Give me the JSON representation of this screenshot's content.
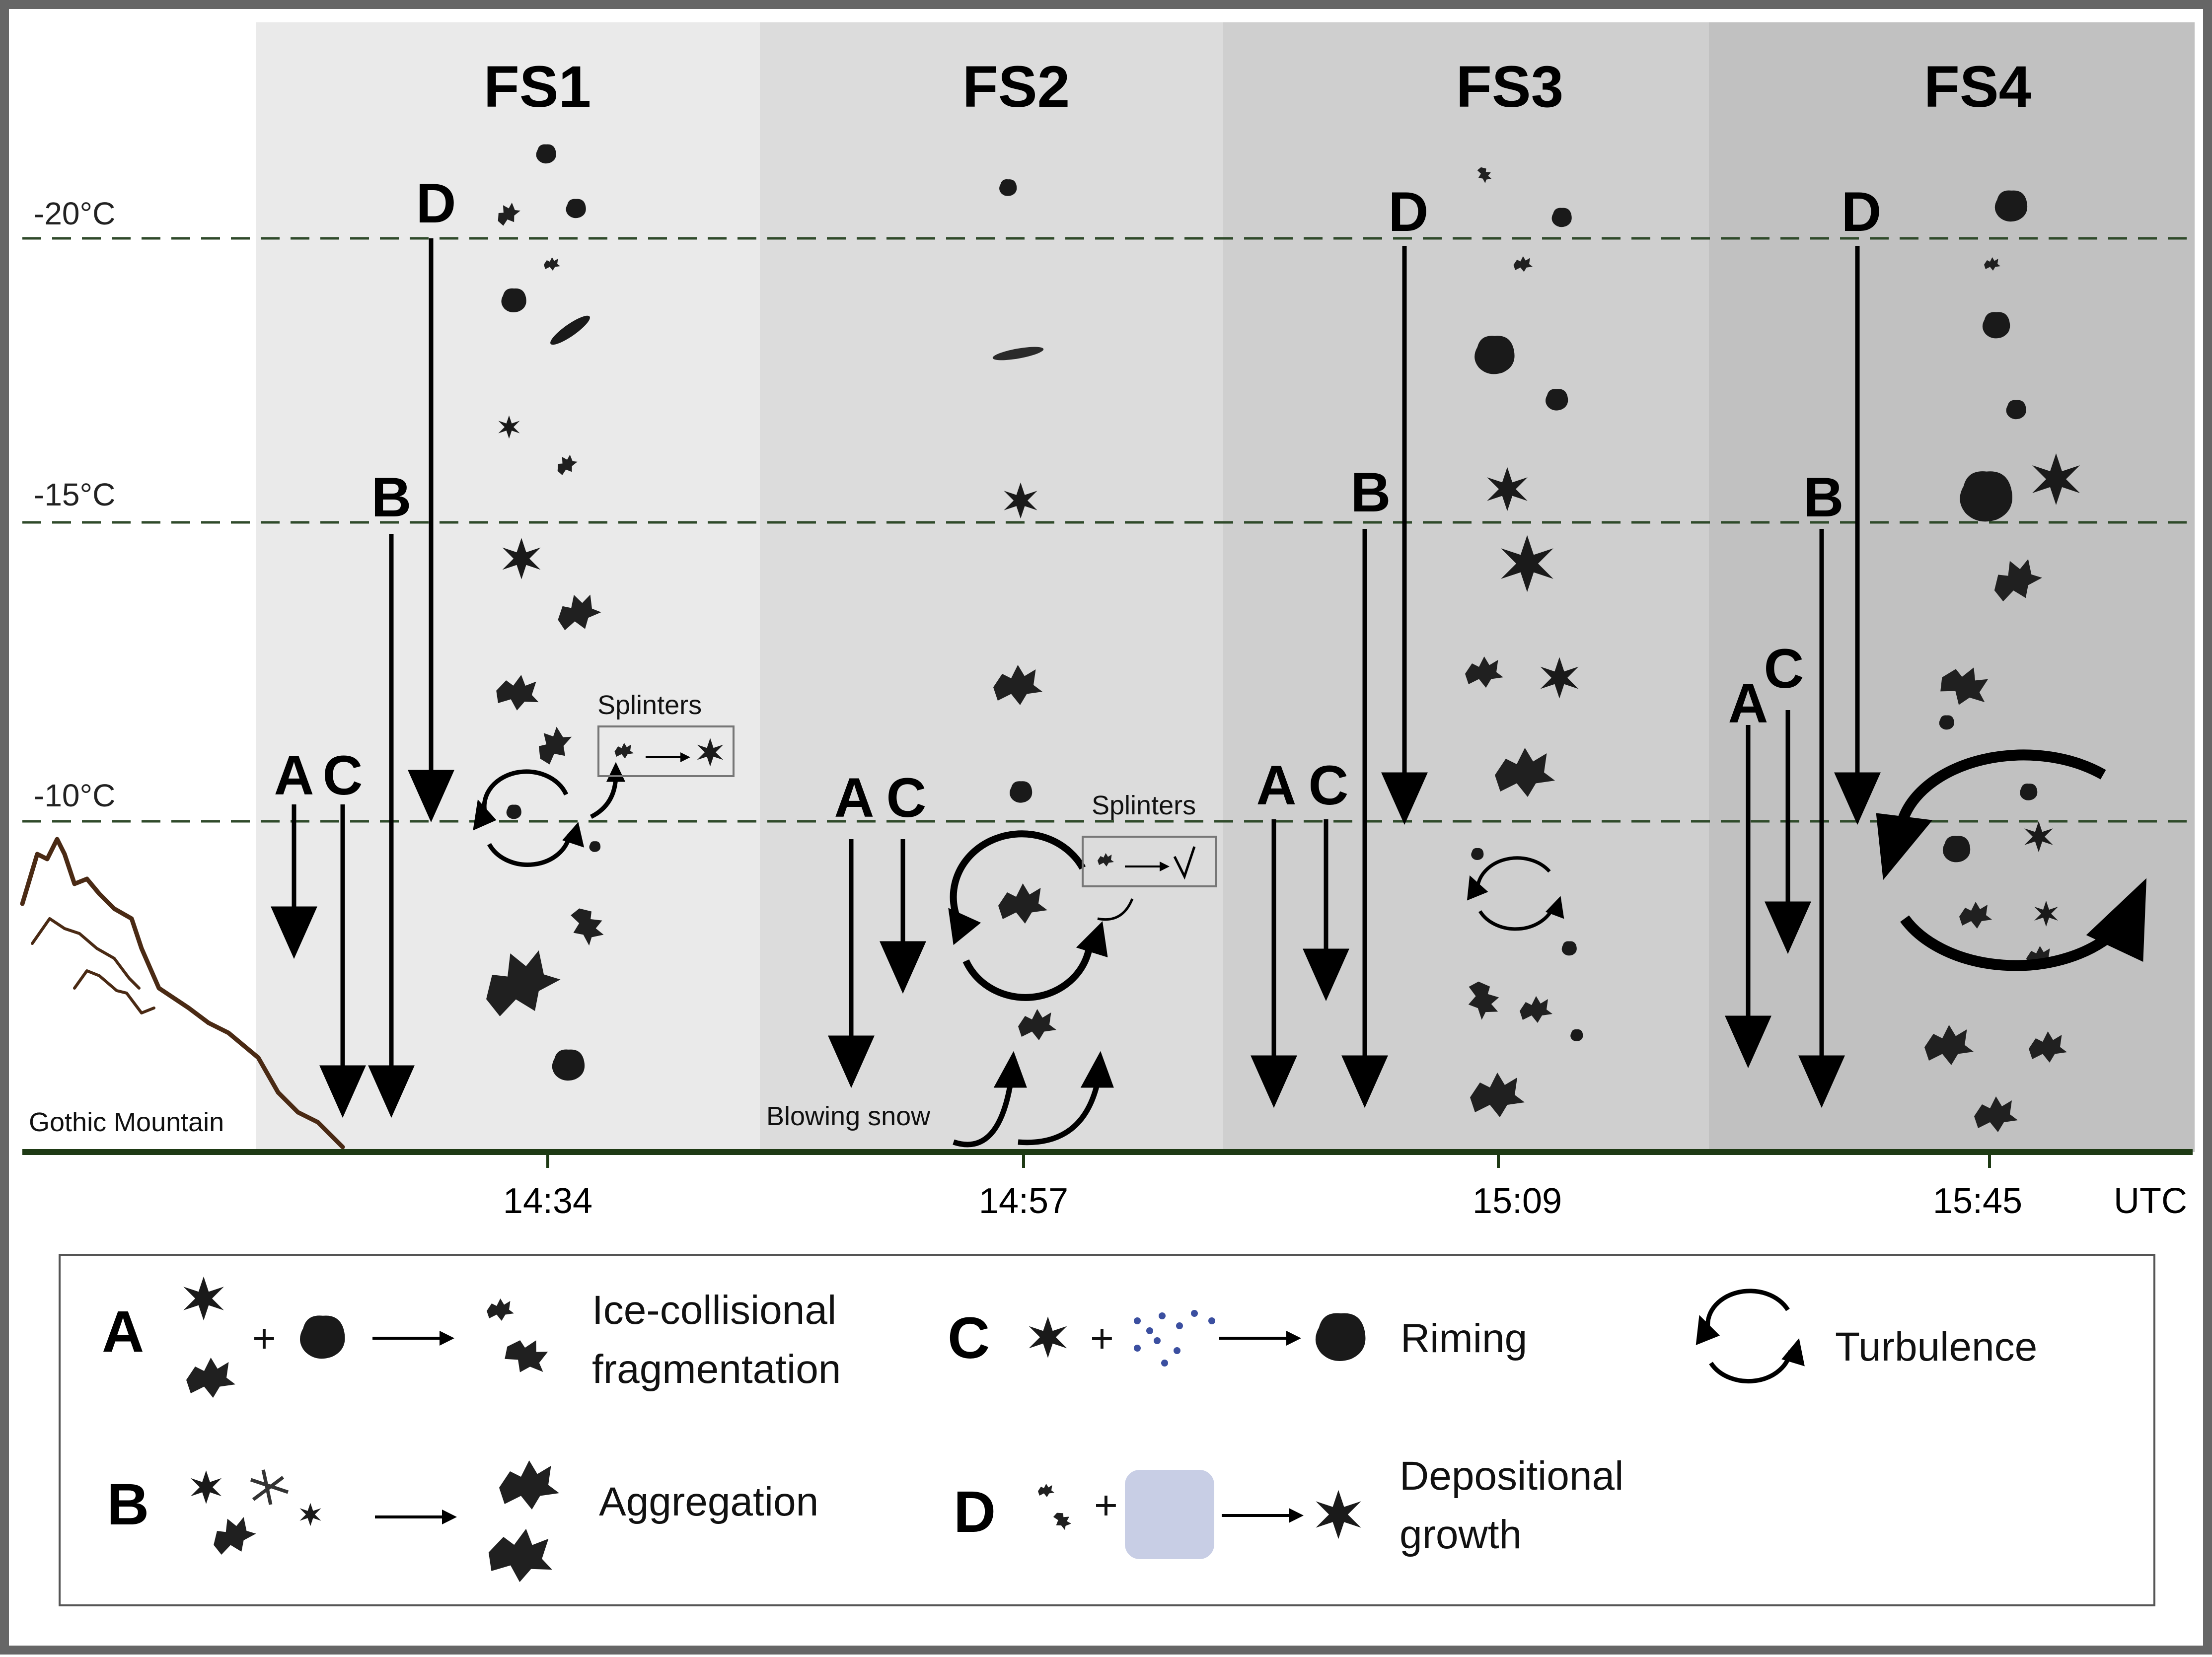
{
  "panels": [
    {
      "title": "FS1",
      "time": "14:34"
    },
    {
      "title": "FS2",
      "time": "14:57"
    },
    {
      "title": "FS3",
      "time": "15:09"
    },
    {
      "title": "FS4",
      "time": "15:45"
    }
  ],
  "time_unit": "UTC",
  "temperatures": [
    "-20°C",
    "-15°C",
    "-10°C"
  ],
  "process_letters": {
    "a": "A",
    "b": "B",
    "c": "C",
    "d": "D"
  },
  "annotations": {
    "splinters": "Splinters",
    "blowing_snow": "Blowing snow",
    "mountain": "Gothic Mountain"
  },
  "legend": {
    "A": {
      "letter": "A",
      "plus": "+",
      "line1": "Ice-collisional",
      "line2": "fragmentation"
    },
    "B": {
      "letter": "B",
      "line1": "Aggregation"
    },
    "C": {
      "letter": "C",
      "plus": "+",
      "line1": "Riming"
    },
    "D": {
      "letter": "D",
      "plus": "+",
      "line1": "Depositional",
      "line2": "growth"
    },
    "turbulence": {
      "line1": "Turbulence"
    }
  },
  "colors": {
    "panel_fs1": "#eaeaea",
    "panel_fs2": "#dcdcdc",
    "panel_fs3": "#cfcfcf",
    "panel_fs4": "#c1c1c1",
    "ground_line": "#1e3a14",
    "temp_line": "#2f4a2a",
    "mountain": "#4a2a14",
    "frame": "#666666",
    "rime_dots": "#3b4fa0"
  }
}
